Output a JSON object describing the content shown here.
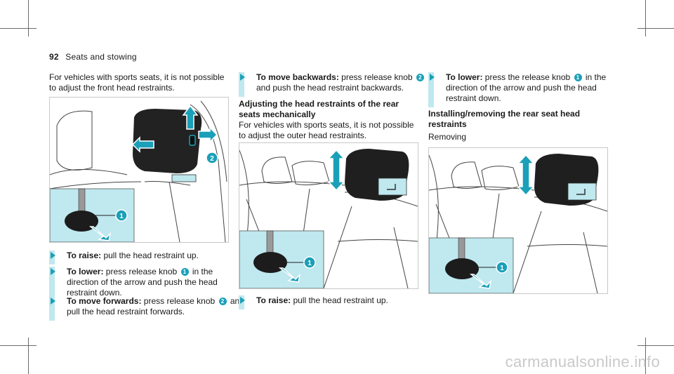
{
  "header": {
    "page_number": "92",
    "section": "Seats and stowing"
  },
  "col1": {
    "intro": "For vehicles with sports seats, it is not possible to adjust the front head restraints.",
    "steps": [
      {
        "bold": "To raise:",
        "text": " pull the head restraint up."
      },
      {
        "bold": "To lower:",
        "pre": " press release knob ",
        "knob": "1",
        "text": " in the direction of the arrow and push the head restraint down."
      },
      {
        "bold": "To move forwards:",
        "pre": " press release knob ",
        "knob": "2",
        "text": " and pull the head restraint forwards."
      }
    ]
  },
  "col2": {
    "step_backwards": {
      "bold": "To move backwards:",
      "pre": " press release knob ",
      "knob": "2",
      "text": " and push the head restraint backwards."
    },
    "heading": "Adjusting the head restraints of the rear seats mechanically",
    "intro": "For vehicles with sports seats, it is not possible to adjust the outer head restraints.",
    "step_raise": {
      "bold": "To raise:",
      "text": " pull the head restraint up."
    }
  },
  "col3": {
    "step_lower": {
      "bold": "To lower:",
      "pre": " press the release knob ",
      "knob": "1",
      "text": " in the direction of the arrow and push the head restraint down."
    },
    "heading": "Installing/removing the rear seat head restraints",
    "subheading": "Removing"
  },
  "figures": {
    "fig1_callouts": [
      "1",
      "2"
    ],
    "fig2_callouts": [
      "1"
    ],
    "fig3_callouts": [
      "1"
    ]
  },
  "watermark": "carmanualsonline.info",
  "colors": {
    "accent": "#1aa0b8",
    "inset": "#bfe8ef"
  }
}
